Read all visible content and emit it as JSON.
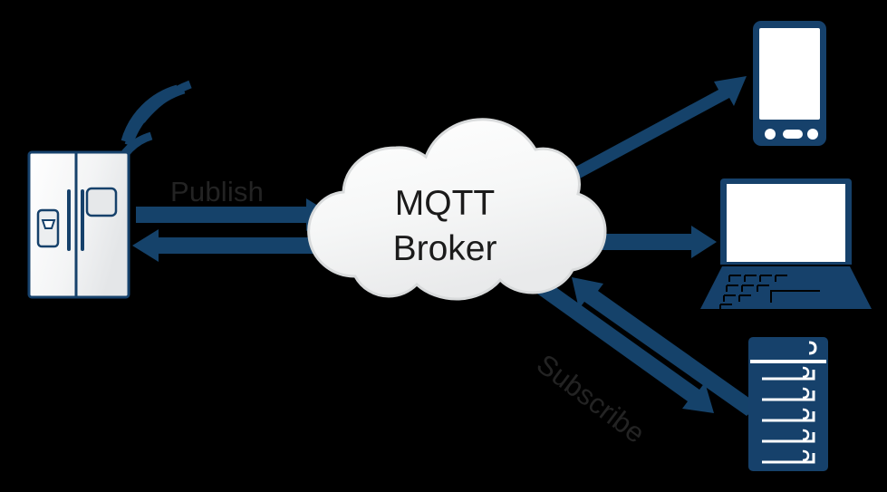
{
  "diagram": {
    "title": "MQTT publish/subscribe architecture",
    "background_color": "#000000",
    "accent_color": "#15426a",
    "device_outline_color": "#16416b",
    "cloud_fill": "#f7f8f8",
    "cloud_border": "#d8dadb",
    "label_color": "#232323",
    "broker_text_color": "#1b1b1b",
    "screen_fill": "#ffffff"
  },
  "broker": {
    "line1": "MQTT",
    "line2": "Broker",
    "shape": "cloud-icon"
  },
  "labels": {
    "publish": "Publish",
    "subscribe": "Subscribe"
  },
  "nodes": [
    {
      "id": "refrigerator",
      "name": "smart-refrigerator-icon",
      "position": "left"
    },
    {
      "id": "wifi",
      "name": "wifi-signal-icon",
      "position": "left-top"
    },
    {
      "id": "smartphone",
      "name": "smartphone-icon",
      "position": "right-top"
    },
    {
      "id": "laptop",
      "name": "laptop-icon",
      "position": "right-middle"
    },
    {
      "id": "server",
      "name": "server-rack-icon",
      "position": "right-bottom"
    }
  ],
  "arrows": [
    {
      "id": "fridge-to-broker",
      "name": "publish-arrow",
      "direction": "right",
      "label": "Publish"
    },
    {
      "id": "broker-to-fridge",
      "name": "broker-to-refrigerator-arrow",
      "direction": "left",
      "label": ""
    },
    {
      "id": "broker-to-phone",
      "name": "broker-to-smartphone-arrow",
      "direction": "up-right",
      "label": ""
    },
    {
      "id": "broker-to-laptop",
      "name": "broker-to-laptop-arrow",
      "direction": "right",
      "label": ""
    },
    {
      "id": "broker-to-server",
      "name": "broker-to-server-arrow",
      "direction": "down-right",
      "label": ""
    },
    {
      "id": "server-to-broker",
      "name": "subscribe-arrow",
      "direction": "up-left",
      "label": "Subscribe"
    }
  ]
}
